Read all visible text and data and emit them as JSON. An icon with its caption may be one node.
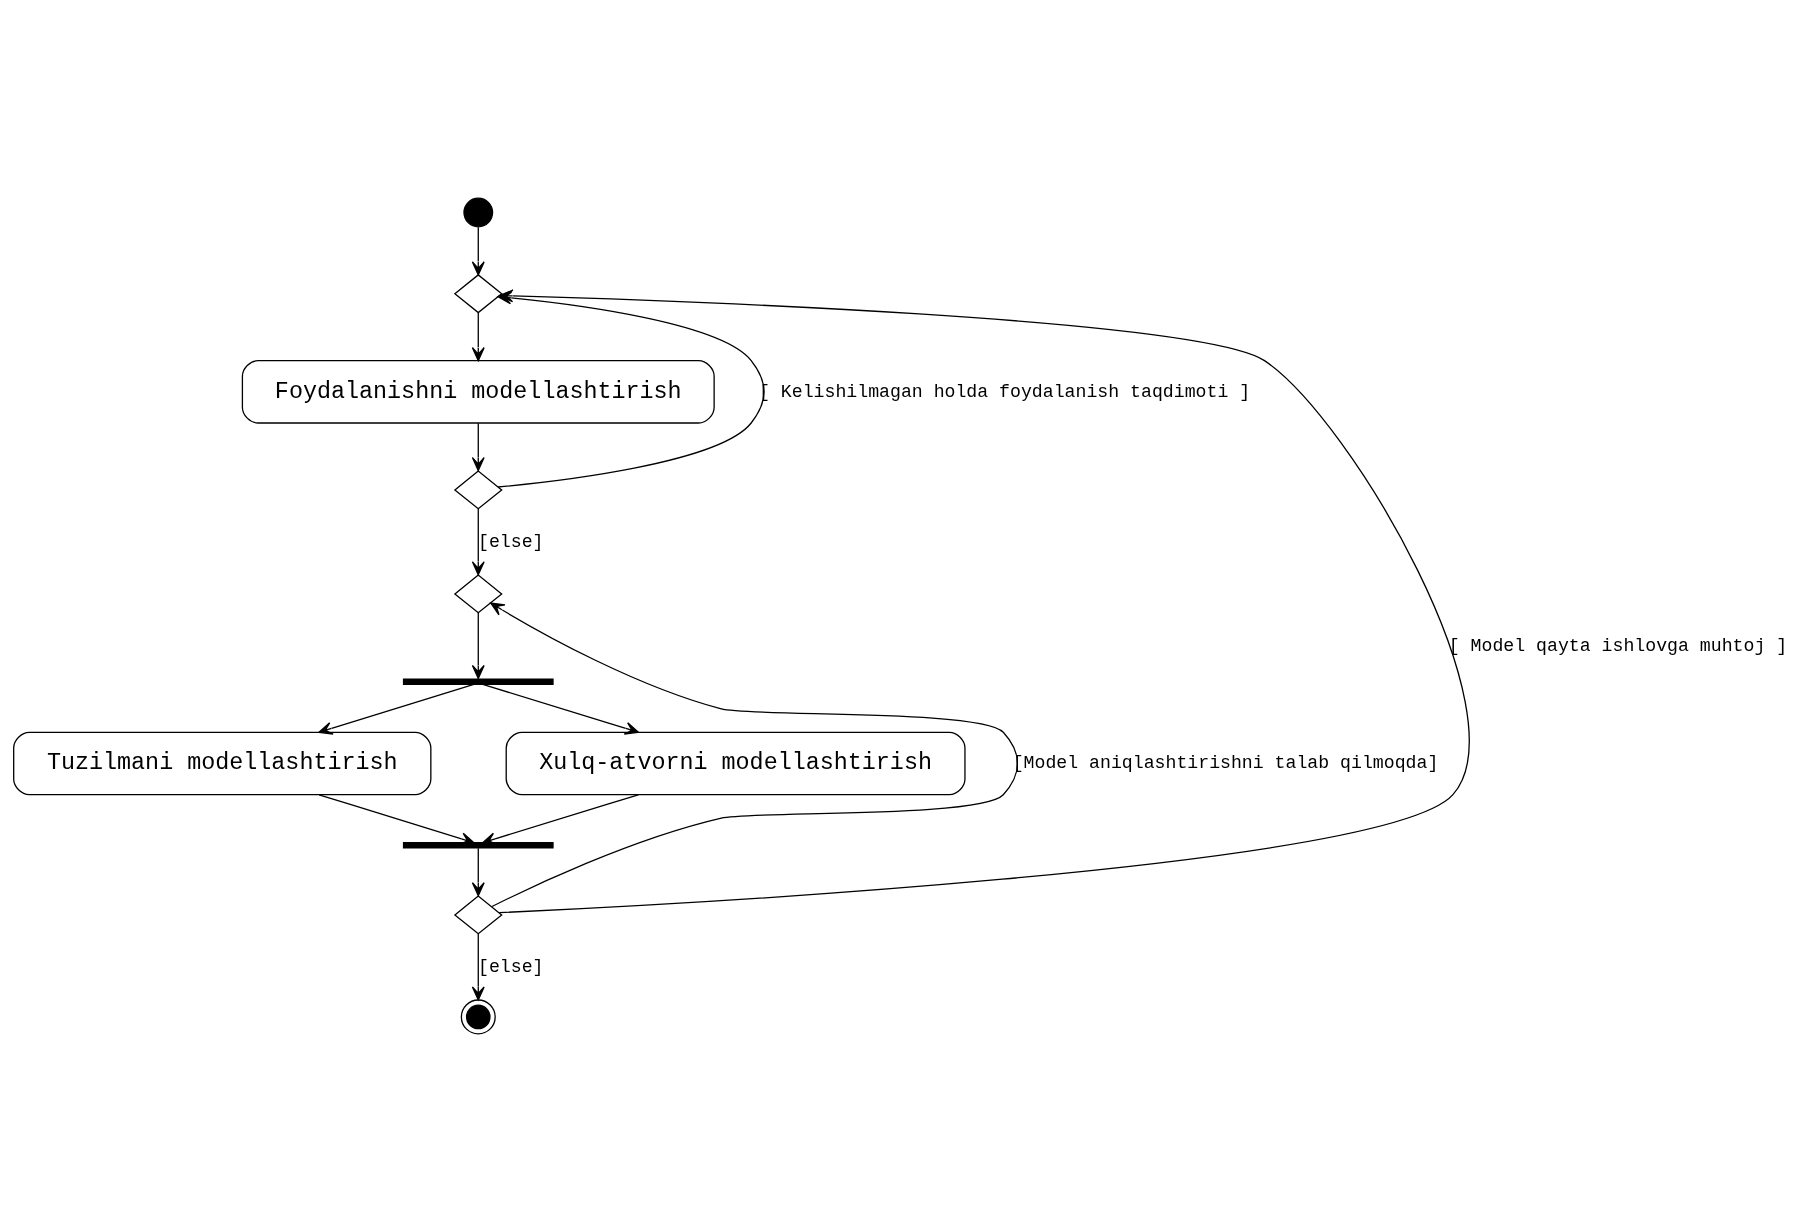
{
  "diagram": {
    "nodes": [
      {
        "text": [],
        "shape": "circle"
      },
      {
        "text": [],
        "shape": "diamond"
      },
      {
        "text": [
          "Foydalanishni modellashtirish"
        ]
      },
      {
        "text": [],
        "shape": "diamond"
      },
      {
        "text": [],
        "shape": "diamond"
      },
      {
        "text": [],
        "shape": "bar"
      },
      {
        "text": [
          "Tuzilmani modellashtirish"
        ]
      },
      {
        "text": [
          "Xulq-atvorni modellashtirish"
        ]
      },
      {
        "text": [],
        "shape": "bar"
      },
      {
        "text": [],
        "shape": "diamond"
      },
      {
        "text": [],
        "shape": "bullseye"
      }
    ],
    "edges": [
      {
        "from": 0,
        "to": 1,
        "arrow": "to"
      },
      {
        "from": 1,
        "to": 2,
        "arrow": "to"
      },
      {
        "from": 2,
        "to": 3,
        "arrow": "to"
      },
      {
        "from": 3,
        "to": 1,
        "arrow": "to",
        "label": "[ Kelishilmagan holda foydalanish taqdimoti ]"
      },
      {
        "from": 3,
        "to": 4,
        "arrow": "to",
        "label": "[else]"
      },
      {
        "from": 4,
        "to": 5,
        "arrow": "to"
      },
      {
        "from": 5,
        "to": 6,
        "arrow": "to"
      },
      {
        "from": 5,
        "to": 7,
        "arrow": "to"
      },
      {
        "from": 6,
        "to": 8,
        "arrow": "to"
      },
      {
        "from": 7,
        "to": 8,
        "arrow": "to"
      },
      {
        "from": 8,
        "to": 9,
        "arrow": "to"
      },
      {
        "from": 9,
        "to": 4,
        "arrow": "to",
        "label": "[Model aniqlashtirishni talab qilmoqda]"
      },
      {
        "from": 9,
        "to": 1,
        "arrow": "to",
        "label": "[ Model qayta ishlovga muhtoj ]"
      },
      {
        "from": 9,
        "to": 10,
        "arrow": "to",
        "label": "[else]"
      }
    ]
  }
}
